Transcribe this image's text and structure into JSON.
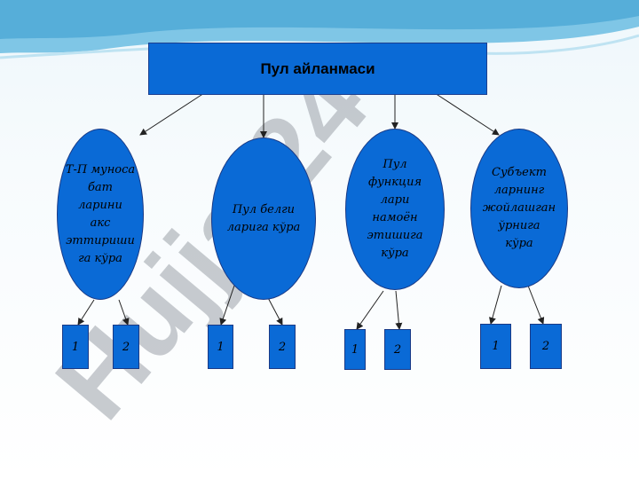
{
  "title": "Пул айланмаси",
  "nodes": [
    {
      "label": "Т-П муноса\nбат\nларини\nакс эттириши\nга кўра"
    },
    {
      "label": "Пул белги\nларига кўра"
    },
    {
      "label": "Пул\nфункция\nлари\nнамоён\nэтишига\nкўра"
    },
    {
      "label": "Субъект\nларнинг\nжойлашган\nўрнига\nкўра"
    }
  ],
  "subnodes": [
    [
      {
        "label": "1"
      },
      {
        "label": "2"
      }
    ],
    [
      {
        "label": "1"
      },
      {
        "label": "2"
      }
    ],
    [
      {
        "label": "1"
      },
      {
        "label": "2"
      }
    ],
    [
      {
        "label": "1"
      },
      {
        "label": "2"
      }
    ]
  ],
  "watermark": "Hujjat24",
  "colors": {
    "box_fill": "#0a6ad6",
    "box_border": "#1a3a86",
    "watermark": "#9aa0a8",
    "watermark_accent": "#b068e0"
  }
}
